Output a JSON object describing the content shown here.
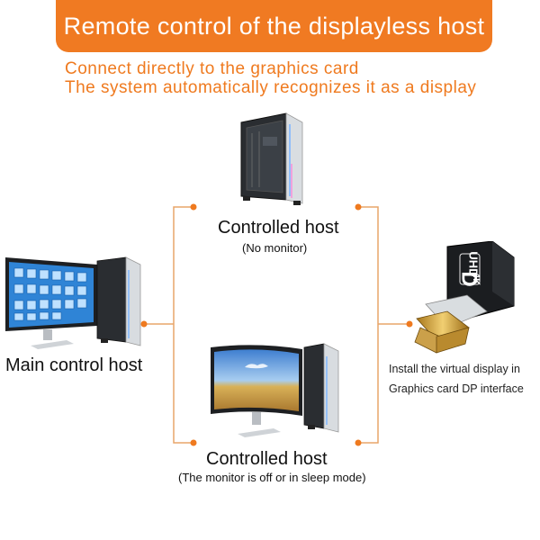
{
  "header": {
    "title": "Remote control of the displayless host",
    "subtitle_line1": "Connect directly to the graphics card",
    "subtitle_line2": "The system automatically recognizes it as a display"
  },
  "nodes": {
    "controlled_host_top": {
      "title": "Controlled host",
      "note": "(No monitor)"
    },
    "main_control_host": {
      "title": "Main control host"
    },
    "controlled_host_bottom": {
      "title": "Controlled host",
      "note": "(The monitor is off or in sleep mode)"
    },
    "adapter": {
      "label_line1": "Install the virtual display in",
      "label_line2": "Graphics card DP interface",
      "badge_dp": "D",
      "badge_hd": "UHD",
      "badge_res": "4K"
    }
  },
  "colors": {
    "accent": "#f07a22",
    "connector_line": "#e9a56a",
    "dot": "#ef7a1f"
  }
}
